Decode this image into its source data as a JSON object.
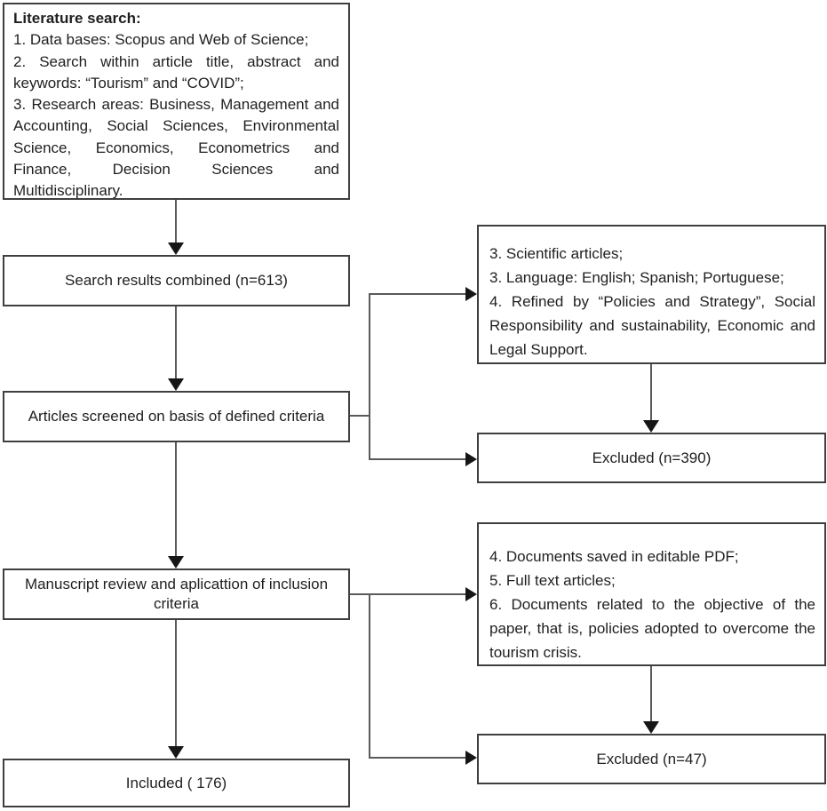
{
  "diagram": {
    "lit_search": {
      "title": "Literature search:",
      "items": [
        "1. Data bases: Scopus and Web of Science;",
        "2. Search within article title, abstract and keywords: “Tourism” and “COVID”;",
        "3. Research areas: Business, Management and Accounting, Social Sciences, Environmental Science, Economics, Econometrics and Finance, Decision Sciences and Multidisciplinary."
      ]
    },
    "search_results": {
      "label": "Search results combined (n=613)"
    },
    "articles_screened": {
      "label": "Articles screened on basis of defined criteria"
    },
    "manuscript_review": {
      "label": "Manuscript review and aplicattion of inclusion criteria"
    },
    "included": {
      "label": "Included ( 176)"
    },
    "criteria_first": {
      "items": [
        "3. Scientific articles;",
        "3. Language: English; Spanish; Portuguese;",
        "4. Refined by “Policies and Strategy”, Social Responsibility and sustainability, Economic and Legal Support."
      ]
    },
    "excluded_first": {
      "label": "Excluded (n=390)"
    },
    "criteria_second": {
      "items": [
        "4. Documents saved in editable PDF;",
        "5. Full text articles;",
        "6. Documents related to the objective of the paper, that is, policies adopted to overcome the tourism crisis."
      ]
    },
    "excluded_second": {
      "label": "Excluded (n=47)"
    }
  },
  "colors": {
    "background": "#ffffff",
    "box_border": "#3f3f3f",
    "connector_line": "#5a5a5a",
    "arrowhead": "#161616",
    "text": "#1f1f1f"
  }
}
